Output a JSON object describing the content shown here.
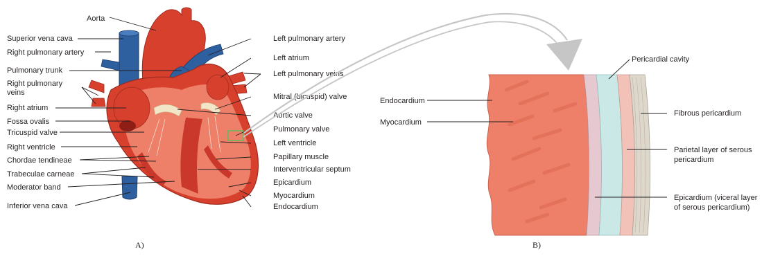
{
  "panel_a": {
    "caption": "A)",
    "labels_left": {
      "superior_vena_cava": "Superior vena cava",
      "right_pulmonary_artery": "Right pulmonary artery",
      "pulmonary_trunk": "Pulmonary trunk",
      "right_pulmonary_veins_1": "Right pulmonary",
      "right_pulmonary_veins_2": "veins",
      "right_atrium": "Right atrium",
      "fossa_ovalis": "Fossa ovalis",
      "tricuspid_valve": "Tricuspid valve",
      "right_ventricle": "Right ventricle",
      "chordae_tendineae": "Chordae tendineae",
      "trabeculae_carneae": "Trabeculae carneae",
      "moderator_band": "Moderator band",
      "inferior_vena_cava": "Inferior vena cava"
    },
    "labels_top": {
      "aorta": "Aorta"
    },
    "labels_right": {
      "left_pulmonary_artery": "Left pulmonary artery",
      "left_atrium": "Left atrium",
      "left_pulmonary_veins": "Left pulmonary veins",
      "mitral_valve": "Mitral (bicuspid) valve",
      "aortic_valve": "Aortic valve",
      "pulmonary_valve": "Pulmonary valve",
      "left_ventricle": "Left ventricle",
      "papillary_muscle": "Papillary muscle",
      "interventricular_septum": "Interventricular septum",
      "epicardium": "Epicardium",
      "myocardium": "Myocardium",
      "endocardium": "Endocardium"
    }
  },
  "panel_b": {
    "caption": "B)",
    "labels": {
      "endocardium": "Endocardium",
      "myocardium": "Myocardium",
      "pericardial_cavity": "Pericardial cavity",
      "fibrous_pericardium": "Fibrous pericardium",
      "parietal_layer_1": "Parietal layer of serous",
      "parietal_layer_2": "pericardium",
      "epicardium_1": "Epicardium (viceral layer",
      "epicardium_2": "of serous pericardium)"
    }
  },
  "colors": {
    "heart_red": "#d8402e",
    "heart_dark_red": "#b72e22",
    "vessel_blue": "#2e5f9e",
    "myocardium_salmon": "#ee8069",
    "epicardium_pink": "#e6c9d0",
    "cavity_blue": "#c9e8e6",
    "parietal_pink": "#f2c1b7",
    "fibrous_beige": "#ddd8cb",
    "arrow_gray": "#c6c6c6",
    "highlight_green": "#56c05a"
  }
}
